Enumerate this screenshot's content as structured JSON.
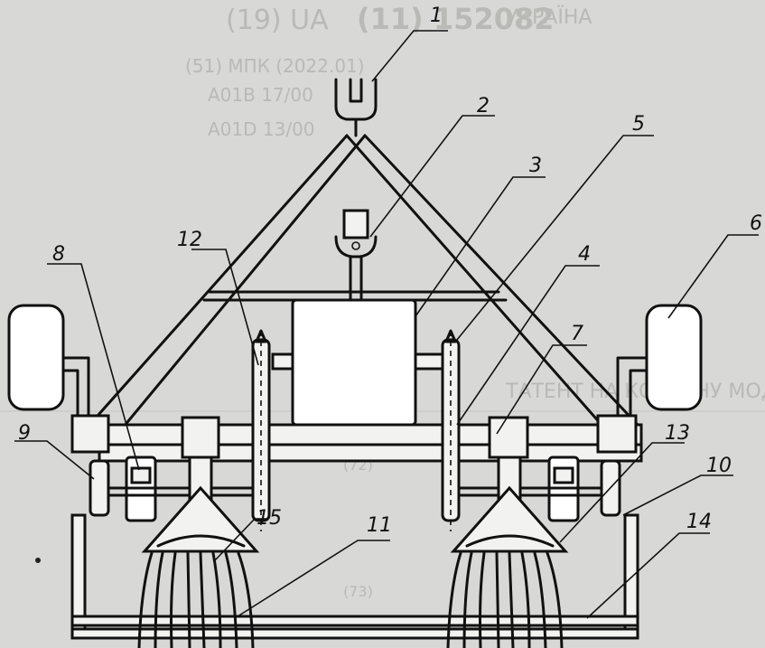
{
  "background_text": {
    "top_left": "(19) UA",
    "top_number": "(11) 152082",
    "top_right": "УКРАЇНА",
    "lines": [
      "(51) МПК (2022.01)",
      "A01B 17/00",
      "A01D 13/00"
    ],
    "right_fragments": [
      "ТАТЕНТ НА КОРИСНУ МОДЕЛЬ"
    ],
    "bottom_codes": [
      "(72)",
      "(73)"
    ]
  },
  "callouts": [
    {
      "id": "c1",
      "text": "1"
    },
    {
      "id": "c2",
      "text": "2"
    },
    {
      "id": "c3",
      "text": "3"
    },
    {
      "id": "c4",
      "text": "4"
    },
    {
      "id": "c5",
      "text": "5"
    },
    {
      "id": "c6",
      "text": "6"
    },
    {
      "id": "c7",
      "text": "7"
    },
    {
      "id": "c8",
      "text": "8"
    },
    {
      "id": "c9",
      "text": "9"
    },
    {
      "id": "c10",
      "text": "10"
    },
    {
      "id": "c11",
      "text": "11"
    },
    {
      "id": "c12",
      "text": "12"
    },
    {
      "id": "c13",
      "text": "13"
    },
    {
      "id": "c14",
      "text": "14"
    },
    {
      "id": "c15",
      "text": "15"
    }
  ]
}
